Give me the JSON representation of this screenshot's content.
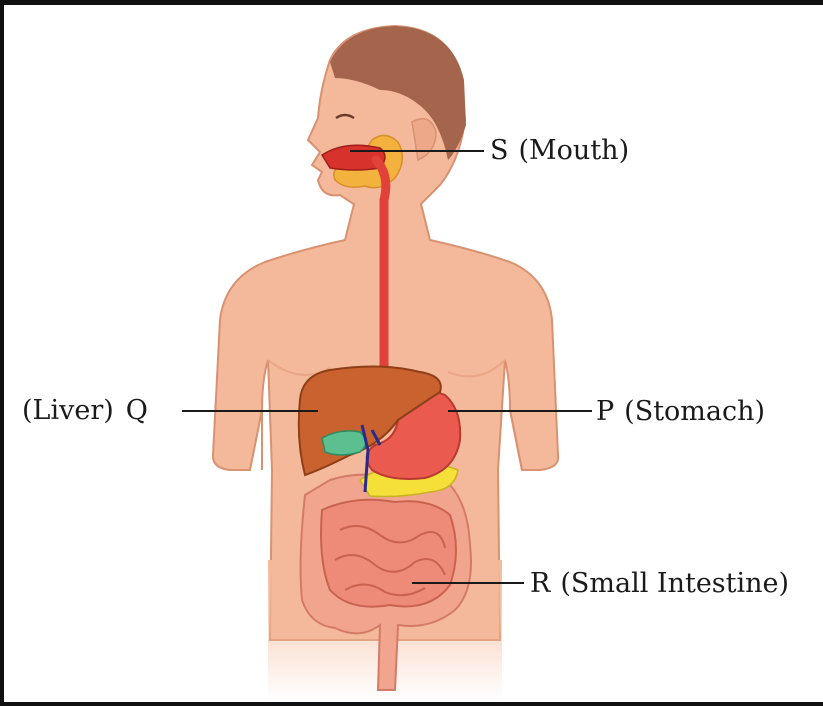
{
  "labels": {
    "S": {
      "letter": "S",
      "name": "(Mouth)"
    },
    "Q": {
      "letter": "Q",
      "name": "(Liver)"
    },
    "P": {
      "letter": "P",
      "name": "(Stomach)"
    },
    "R": {
      "letter": "R",
      "name": "(Small Intestine)"
    }
  },
  "colors": {
    "skin": "#f4b99a",
    "skin_shadow": "#e9a585",
    "hair": "#a4654c",
    "esophagus": "#e0423a",
    "liver": "#c9622e",
    "stomach": "#ea5a4e",
    "gallbladder": "#5cbf8f",
    "pancreas": "#f5e03a",
    "intestine": "#ee8a78",
    "salivary": "#f2b233",
    "line": "#1a1a1a"
  }
}
